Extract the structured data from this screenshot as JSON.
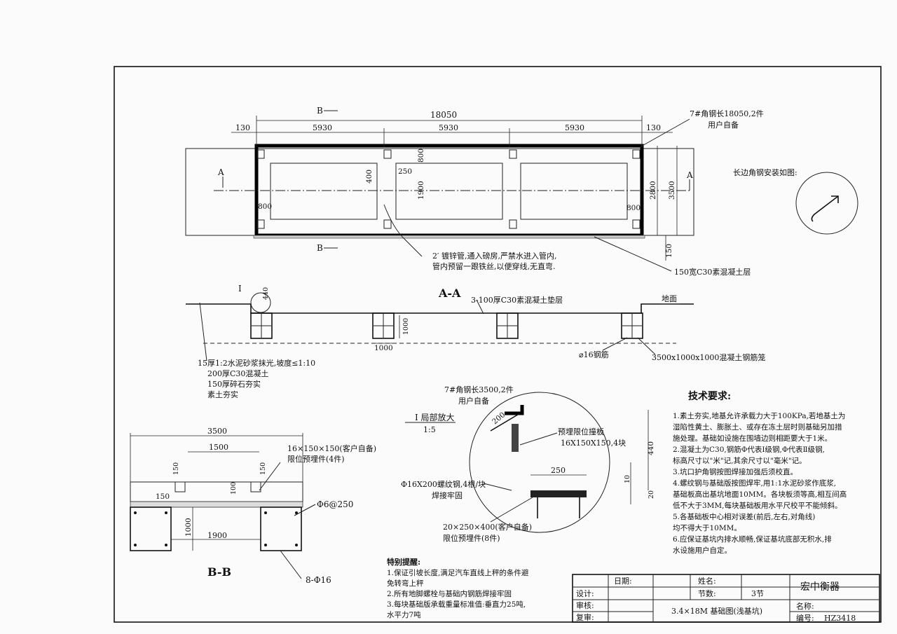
{
  "plan": {
    "section_mark_b_top": "B",
    "section_mark_b_bottom": "B",
    "section_mark_a_left": "A",
    "section_mark_a_right": "A",
    "dim_total": "18050",
    "dim_edge_left": "130",
    "dim_edge_right": "130",
    "dim_bay_1": "5930",
    "dim_bay_2": "5930",
    "dim_bay_3": "5930",
    "dim_800_top": "800",
    "dim_400": "400",
    "dim_250": "250",
    "dim_1900": "1900",
    "dim_800_left": "800",
    "dim_800_right": "800",
    "dim_2800": "2800",
    "dim_3500": "3500",
    "dim_150": "150",
    "note_angle_steel_line1": "7#角钢长18050,2件",
    "note_angle_steel_line2": "用户自备",
    "note_pipe_line1": "2′ 镀锌管,通入磅房,严禁水进入管内,",
    "note_pipe_line2": "管内预留一跟铁丝,以便穿线,无直弯.",
    "note_concrete_layer": "150宽C30素混凝土层",
    "long_side_label": "长边角钢安装如图:"
  },
  "section_aa": {
    "title": "A-A",
    "detail_mark": "I",
    "dim_440": "440",
    "dim_1000_h": "1000",
    "dim_1000_v": "1000",
    "cushion_label": "3-100厚C30素混凝土垫层",
    "ground_label": "地面",
    "rebar_label": "⌀16钢筋",
    "cage_label": "3500x1000x1000混凝土钢筋笼",
    "layers": [
      "15厚1:2水泥砂浆抹光,坡度≤1:10",
      "200厚C30混凝土",
      "150厚碎石夯实",
      "素土夯实"
    ]
  },
  "section_bb": {
    "title": "B-B",
    "dim_3500": "3500",
    "dim_1500": "1500",
    "dim_150_a": "150",
    "dim_150_b": "150",
    "dim_150_c": "150",
    "dim_100": "100",
    "dim_1000": "1000",
    "dim_1900": "1900",
    "note_plate_line1": "16×150×150(客户自备)",
    "note_plate_line2": "限位预埋件(4件)",
    "rebar_spacing": "Φ6@250",
    "rebar_count": "8-Φ16"
  },
  "detail_i": {
    "title": "I 局部放大",
    "scale": "1:5",
    "angle_line1": "7#角钢长3500,2件",
    "angle_line2": "用户自备",
    "dim_200": "200",
    "embed_line1": "预埋限位撞板",
    "embed_line2": "16X150X150,4块",
    "dim_440": "440",
    "dim_250": "250",
    "dim_10": "10",
    "dim_20": "20",
    "bolt_line1": "Φ16X200螺纹钢,4根/块",
    "bolt_line2": "焊接牢固",
    "plate_line1": "20×250×400(客户自备)",
    "plate_line2": "限位预埋件(8件)"
  },
  "tech": {
    "title": "技术要求:",
    "lines": [
      "1.素土夯实,地基允许承载力大于100KPa,若地基土为",
      "湿陷性黄土、膨胀土、或存在冻土层时则基础另加措",
      "施处理。基础如设施在围墙边则相距要大于1米。",
      "2.混凝土为C30,钢筋Φ代表Ⅰ级钢,Φ代表Ⅱ级钢,",
      "标高尺寸以\"米\"记,其余尺寸以\"毫米\"记。",
      "3.坑口护角钢按图焊接加强后须校直。",
      "4.螺纹钢与基础版按图焊牢,用1:1水泥砂浆作底浆,",
      "基础板高出基坑地面10MM。各块板须等高,相互间高",
      "低不大于3MM,每块基础板用水平尺校平不能倾斜。",
      "5.各基础板中心相对误差(前后,左右,对角线)",
      "均不得大于10MM。",
      "6.应保证基坑内排水顺畅,保证基坑底部无积水,排",
      "水设施用户自定。"
    ]
  },
  "special": {
    "title": "特别提醒:",
    "lines": [
      "1.保证引坡长度,满足汽车直线上秤的条件避",
      "免转弯上秤",
      "2.所有地脚螺栓与基础内钢筋焊接牢固",
      "3.每块基础版承载重量标准值:垂直力25吨,",
      "水平力7吨"
    ]
  },
  "title_block": {
    "date_label": "日期:",
    "name_label": "姓名:",
    "sections_label": "节数:",
    "sections_value": "3节",
    "company": "宏中衡器",
    "design_label": "设计:",
    "review_label": "审核:",
    "recheck_label": "复审:",
    "drawing_title": "3.4×18M 基础图(浅基坑)",
    "name2_label": "名称:",
    "number_label": "编号:",
    "number_value": "HZ3418"
  }
}
